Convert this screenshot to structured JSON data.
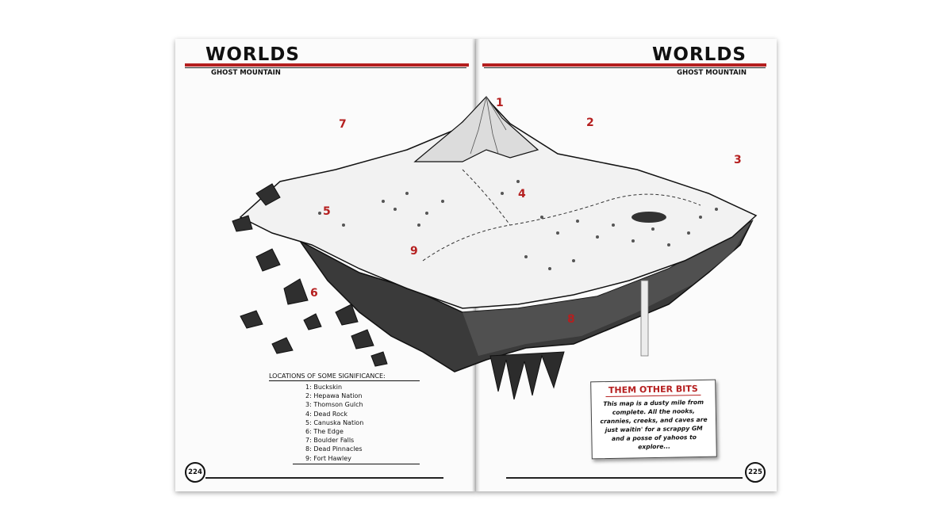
{
  "left_page": {
    "title": "WORLDS",
    "subtitle": "GHOST MOUNTAIN",
    "page_number": "224",
    "legend": {
      "title": "LOCATIONS OF SOME SIGNIFICANCE:",
      "items": [
        "1: Buckskin",
        "2: Hepawa Nation",
        "3: Thomson Gulch",
        "4: Dead Rock",
        "5: Canuska Nation",
        "6: The Edge",
        "7: Boulder Falls",
        "8: Dead Pinnacles",
        "9: Fort Hawley"
      ]
    }
  },
  "right_page": {
    "title": "WORLDS",
    "subtitle": "GHOST MOUNTAIN",
    "page_number": "225",
    "sidebar": {
      "title": "THEM OTHER BITS",
      "body": "This map is a dusty mile from complete. All the nooks, crannies, creeks, and caves are just waitin' for a scrappy GM and a posse of yahoos to explore..."
    }
  },
  "map_markers": [
    "1",
    "2",
    "3",
    "4",
    "5",
    "6",
    "7",
    "8",
    "9"
  ],
  "colors": {
    "accent_red": "#b51f1f",
    "ink": "#111111",
    "paper": "#fbfbfb"
  }
}
